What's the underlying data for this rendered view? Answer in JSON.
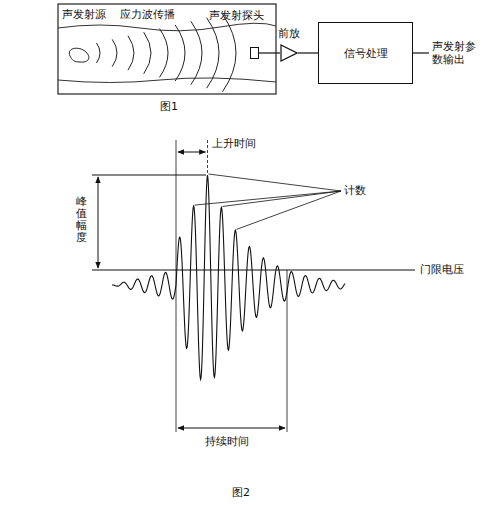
{
  "diagram": {
    "nodes": [
      {
        "text": [
          "声发射探头"
        ]
      },
      {
        "text": [
          "前放"
        ]
      },
      {
        "text": [
          "信号处理"
        ]
      }
    ],
    "edges": [
      {
        "from": 0,
        "to": 1,
        "arrow": "none"
      },
      {
        "from": 1,
        "to": 2,
        "arrow": "none"
      }
    ],
    "labels": [
      "声发射源",
      "应力波传播",
      "声发射参数输出",
      "图1",
      "上升时间",
      "峰值幅度",
      "计数",
      "门限电压",
      "持续时间",
      "图2"
    ]
  }
}
